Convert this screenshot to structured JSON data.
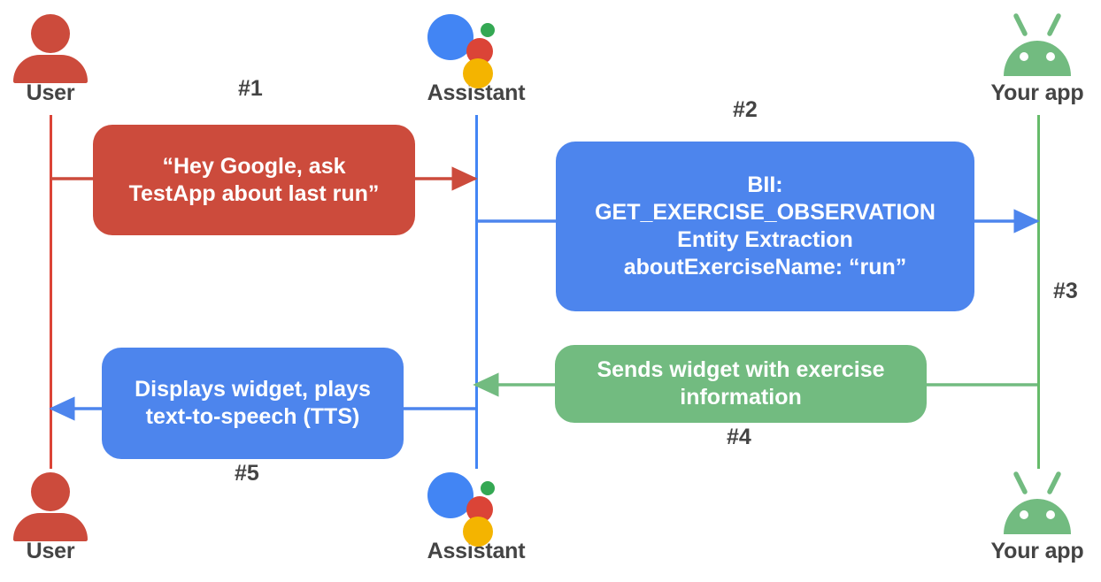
{
  "diagram": {
    "title": "Google Assistant App Actions sequence diagram",
    "colors": {
      "user_red": "#cc4b3c",
      "assistant_blue": "#4d85ed",
      "app_green": "#72bb80",
      "lifeline_user": "#db4437",
      "lifeline_assistant": "#4285f4",
      "lifeline_app": "#66bb6a",
      "step_label": "#444444"
    }
  },
  "actors": {
    "top": [
      {
        "name": "user",
        "label": "User",
        "icon": "person-icon"
      },
      {
        "name": "assistant",
        "label": "Assistant",
        "icon": "google-assistant-icon"
      },
      {
        "name": "app",
        "label": "Your app",
        "icon": "android-icon"
      }
    ],
    "bottom": [
      {
        "name": "user",
        "label": "User",
        "icon": "person-icon"
      },
      {
        "name": "assistant",
        "label": "Assistant",
        "icon": "google-assistant-icon"
      },
      {
        "name": "app",
        "label": "Your app",
        "icon": "android-icon"
      }
    ]
  },
  "messages": [
    {
      "id": "msg-1",
      "step": "#1",
      "color": "red",
      "from": "user",
      "to": "assistant",
      "lines": [
        "“Hey Google, ask",
        "TestApp about last run”"
      ]
    },
    {
      "id": "msg-2",
      "step": "#2",
      "color": "blue",
      "from": "assistant",
      "to": "app",
      "lines": [
        "BII:",
        "GET_EXERCISE_OBSERVATION",
        "Entity Extraction",
        "aboutExerciseName: “run”"
      ]
    },
    {
      "id": "msg-3",
      "step": "#3",
      "color": "green",
      "from": "assistant",
      "to": "app",
      "lines": []
    },
    {
      "id": "msg-4",
      "step": "#4",
      "color": "green",
      "from": "app",
      "to": "assistant",
      "lines": [
        "Sends widget with exercise",
        "information"
      ]
    },
    {
      "id": "msg-5",
      "step": "#5",
      "color": "blue",
      "from": "assistant",
      "to": "user",
      "lines": [
        "Displays widget, plays",
        "text-to-speech (TTS)"
      ]
    }
  ]
}
